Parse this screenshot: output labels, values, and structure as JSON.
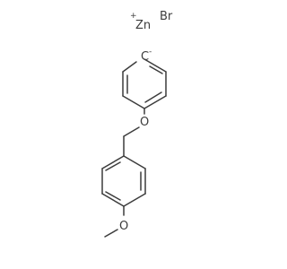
{
  "structure": {
    "atoms": {
      "zinc": "Zn",
      "zinc_charge": "+",
      "bromine": "Br",
      "carbanion": "C",
      "carbanion_charge": "-",
      "ether_oxygen": "O",
      "methoxy_oxygen": "O"
    }
  }
}
